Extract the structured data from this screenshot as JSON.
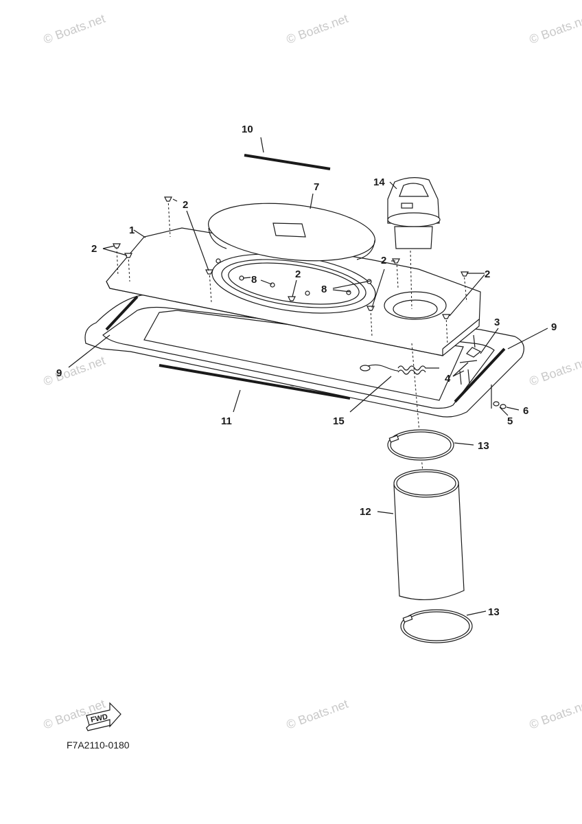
{
  "watermark": {
    "text": "© Boats.net"
  },
  "callouts": {
    "p1": "1",
    "p2a": "2",
    "p2b": "2",
    "p2c": "2",
    "p2d": "2",
    "p2e": "2",
    "p3": "3",
    "p4": "4",
    "p5": "5",
    "p6": "6",
    "p7": "7",
    "p8a": "8",
    "p8b": "8",
    "p9a": "9",
    "p9b": "9",
    "p10": "10",
    "p11": "11",
    "p12": "12",
    "p13a": "13",
    "p13b": "13",
    "p14": "14",
    "p15": "15"
  },
  "fwd_label": "FWD",
  "diagram_code": "F7A2110-0180"
}
